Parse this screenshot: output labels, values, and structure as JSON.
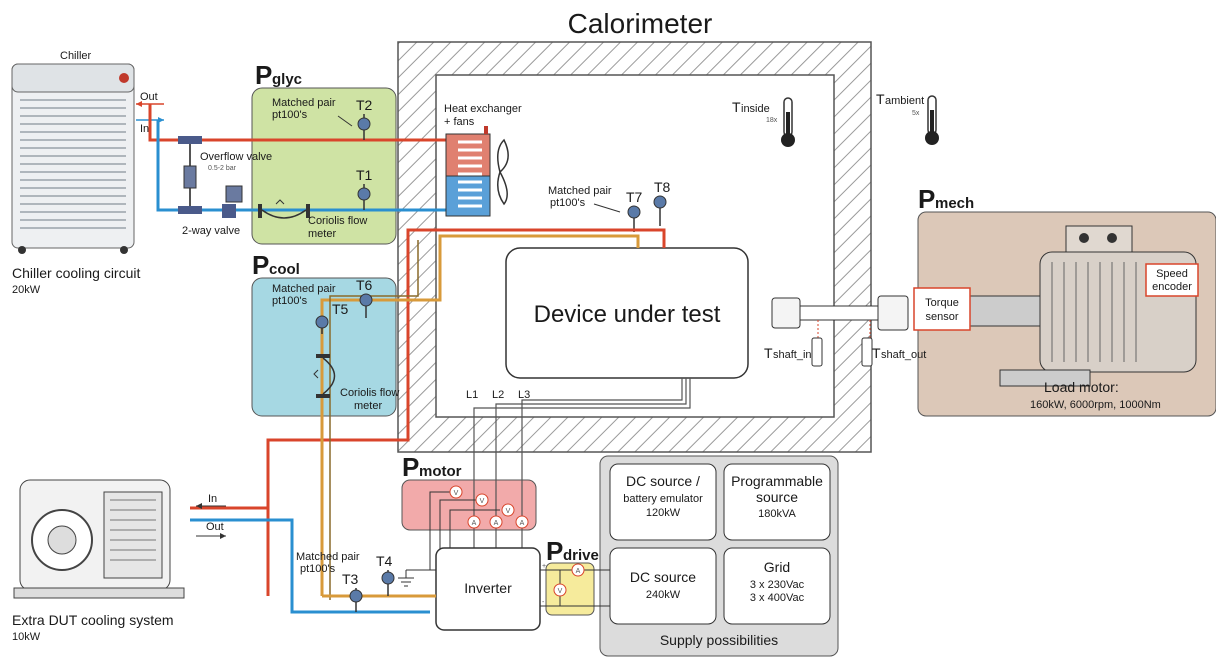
{
  "title": "Calorimeter",
  "dut": "Device under test",
  "chiller": {
    "label": "Chiller",
    "out": "Out",
    "in": "In",
    "caption": "Chiller cooling circuit",
    "power": "20kW"
  },
  "glyc": {
    "p": "P",
    "sub": "glyc",
    "matched1": "Matched pair",
    "matched2": "pt100's",
    "t2": "T2",
    "t1": "T1",
    "overflow": "Overflow valve",
    "overflow_range": "0.5-2 bar",
    "coriolis1": "Coriolis flow",
    "coriolis2": "meter",
    "two_way": "2-way valve"
  },
  "heat_exchanger": {
    "line1": "Heat exchanger",
    "line2": "+ fans"
  },
  "cool": {
    "p": "P",
    "sub": "cool",
    "matched1": "Matched pair",
    "matched2": "pt100's",
    "t6": "T6",
    "t5": "T5",
    "coriolis1": "Coriolis flow",
    "coriolis2": "meter"
  },
  "dut_sensors": {
    "matched1": "Matched pair",
    "matched2": "pt100's",
    "t7": "T7",
    "t8": "T8"
  },
  "tinside": {
    "t": "T",
    "sub": "inside",
    "count": "18x"
  },
  "tambient": {
    "t": "T",
    "sub": "ambient",
    "count": "5x"
  },
  "shaft": {
    "in_t": "T",
    "in_sub": "shaft_in",
    "out_t": "T",
    "out_sub": "shaft_out"
  },
  "mech": {
    "p": "P",
    "sub": "mech",
    "torque1": "Torque",
    "torque2": "sensor",
    "speed1": "Speed",
    "speed2": "encoder",
    "caption": "Load motor:",
    "specs": "160kW, 6000rpm, 1000Nm"
  },
  "phases": {
    "l1": "L1",
    "l2": "L2",
    "l3": "L3"
  },
  "motor": {
    "p": "P",
    "sub": "motor",
    "v": "V",
    "a": "A"
  },
  "drive": {
    "p": "P",
    "sub": "drive"
  },
  "inverter": "Inverter",
  "extra": {
    "in": "In",
    "out": "Out",
    "matched1": "Matched pair",
    "matched2": "pt100's",
    "t3": "T3",
    "t4": "T4",
    "caption": "Extra DUT cooling system",
    "power": "10kW"
  },
  "supply": {
    "dc1_1": "DC source /",
    "dc1_2": "battery emulator",
    "dc1_3": "120kW",
    "prog1": "Programmable",
    "prog2": "source",
    "prog3": "180kVA",
    "dc2_1": "DC source",
    "dc2_2": "240kW",
    "grid1": "Grid",
    "grid2": "3 x 230Vac",
    "grid3": "3 x 400Vac",
    "caption": "Supply possibilities"
  },
  "colors": {
    "hot": "#d9452b",
    "cold": "#2a8fd0",
    "dut_line": "#d89a3a",
    "glyc_bg": "#cfe3a4",
    "cool_bg": "#a6d8e3",
    "mech_bg": "#dcc8b8",
    "motor_bg": "#f2aaaa",
    "drive_bg": "#f6eb9c",
    "supply_bg": "#dcdcdc",
    "glyc_text": "#6d9a2c",
    "cool_text": "#1f9fc0",
    "mech_text": "#b08b6a",
    "motor_text": "#e06060",
    "drive_text": "#d8b020"
  }
}
